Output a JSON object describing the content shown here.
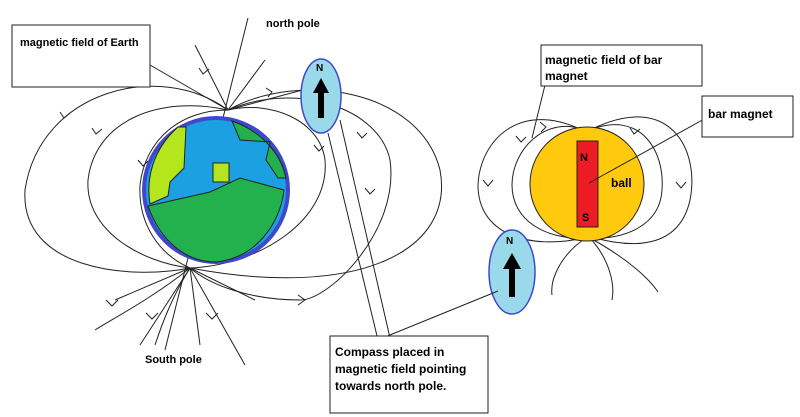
{
  "labels": {
    "earth_field": "magnetic field of Earth",
    "north_pole": "north pole",
    "south_pole": "South pole",
    "bar_field_line1": "magnetic field of bar",
    "bar_field_line2": "magnet",
    "bar_magnet": "bar magnet",
    "ball": "ball",
    "magnet_n": "N",
    "magnet_s": "S",
    "compass_top_n": "N",
    "compass_bottom_n": "N",
    "note_line1": "Compass placed in",
    "note_line2": "magnetic field pointing",
    "note_line3": "towards north pole."
  },
  "colors": {
    "ocean": "#1BA1E2",
    "earth_outline": "#3F48CC",
    "land_dark": "#22B14C",
    "land_light": "#B5E61D",
    "ball": "#FFC90E",
    "magnet": "#ED1C24",
    "compass": "#99D9EA"
  }
}
